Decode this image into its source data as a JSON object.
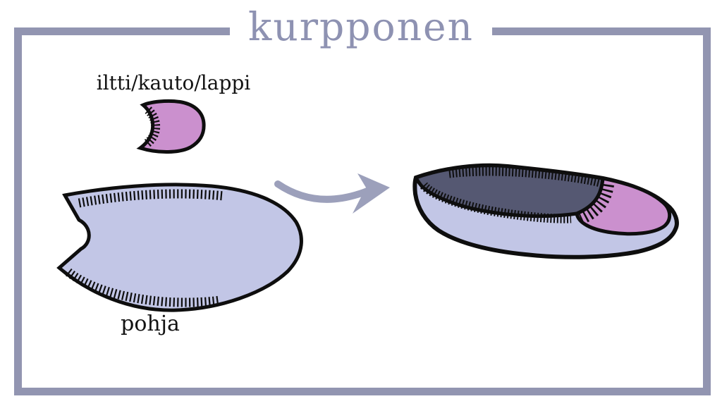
{
  "title": "kurpponen",
  "pieces": {
    "top_label": "iltti/kauto/lappi",
    "sole_label": "pohja"
  },
  "icons": {
    "arrow": "curved-arrow-right"
  },
  "colors": {
    "background": "#ffffff",
    "frame_border": "#9295b1",
    "title_text": "#8e92b2",
    "label_text": "#131313",
    "arrow": "#9ca0bb",
    "lavender": "#c2c6e6",
    "pink": "#cb90ce",
    "dark_interior": "#555872",
    "outline": "#0e0e0e"
  }
}
